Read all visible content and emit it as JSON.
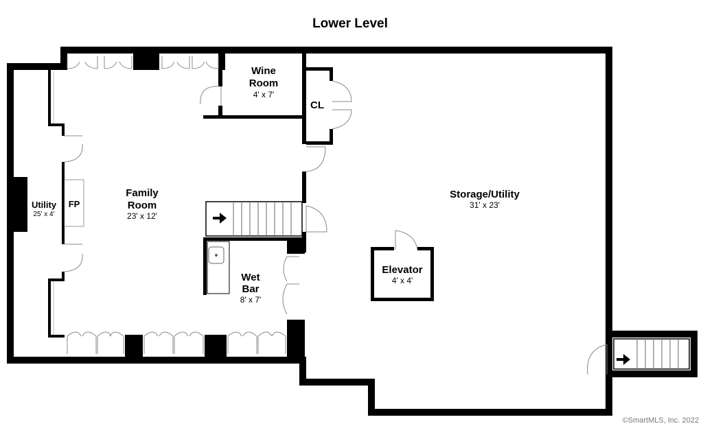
{
  "title": "Lower Level",
  "rooms": {
    "wine": {
      "line1": "Wine",
      "line2": "Room",
      "dim": "4' x 7'"
    },
    "closet": {
      "name": "CL"
    },
    "family": {
      "line1": "Family",
      "line2": "Room",
      "dim": "23' x 12'"
    },
    "utility": {
      "name": "Utility",
      "dim": "25' x 4'"
    },
    "fireplace": {
      "name": "FP"
    },
    "wetbar": {
      "line1": "Wet",
      "line2": "Bar",
      "dim": "8' x 7'"
    },
    "storage": {
      "name": "Storage/Utility",
      "dim": "31' x 23'"
    },
    "elevator": {
      "name": "Elevator",
      "dim": "4' x 4'"
    }
  },
  "copyright": "©SmartMLS, Inc.  2022"
}
